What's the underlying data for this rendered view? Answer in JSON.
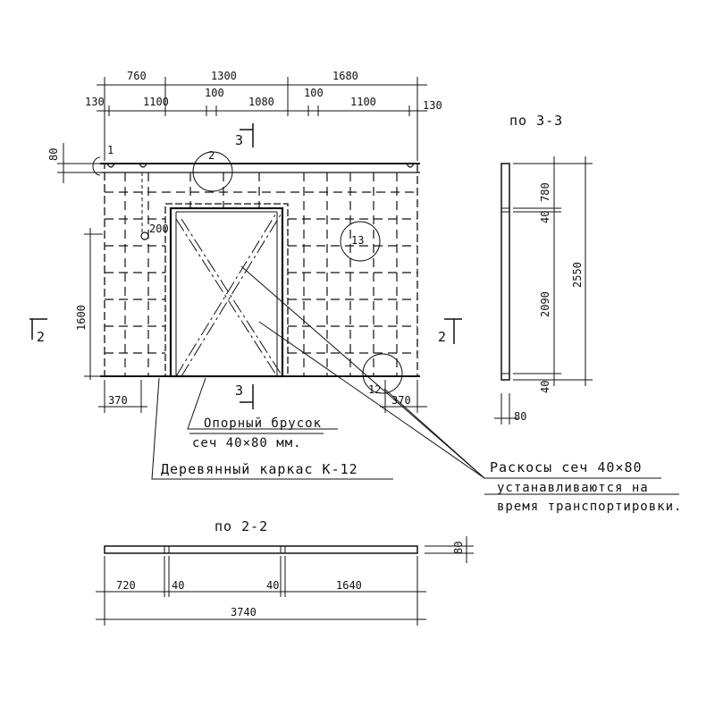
{
  "title_3_3": "по 3-3",
  "title_2_2": "по 2-2",
  "plan": {
    "top_dims_row1": [
      "760",
      "1300",
      "1680"
    ],
    "top_dims_row2": [
      "130",
      "1100",
      "100",
      "1080",
      "100",
      "1100",
      "130"
    ],
    "left_dims": [
      "80",
      "1600"
    ],
    "bottom_dims": [
      "370",
      "370"
    ],
    "opening_dim": "200",
    "section_marks": {
      "s3": "3",
      "s2": "2"
    },
    "callouts": [
      "1",
      "2",
      "13",
      "12"
    ]
  },
  "section_3_3": {
    "dims": [
      "780",
      "40",
      "2090",
      "40",
      "2550",
      "80"
    ]
  },
  "section_2_2": {
    "dims": [
      "720",
      "40",
      "40",
      "1640",
      "3740",
      "80"
    ]
  },
  "notes": {
    "support_bar_line1": "Опорный брусок",
    "support_bar_line2": "сеч 40×80 мм.",
    "frame": "Деревянный каркас К-12",
    "braces_line1": "Раскосы сеч 40×80",
    "braces_line2": "устанавливаются на",
    "braces_line3": "время транспортировки."
  }
}
